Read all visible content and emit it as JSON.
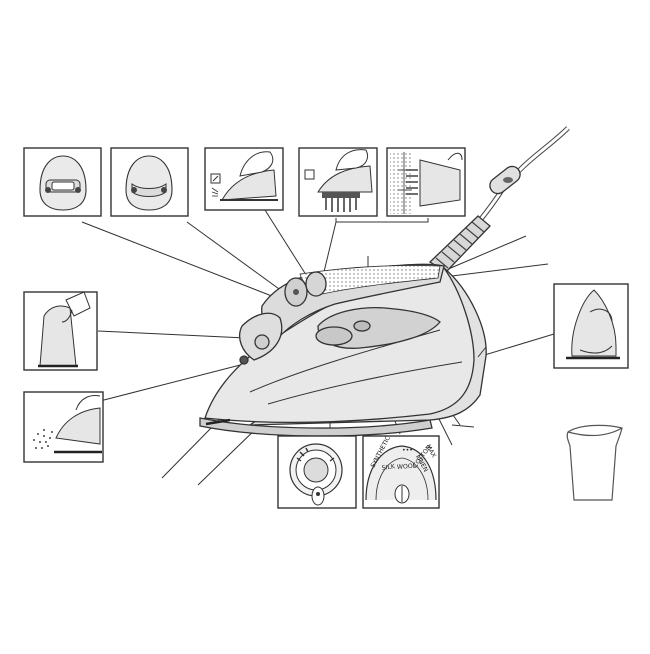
{
  "diagram": {
    "type": "steam-iron-parts-diagram",
    "colors": {
      "line": "#3a3a3a",
      "body_fill": "#e6e6e6",
      "panel_fill": "#d2d2d2",
      "accent_dark": "#4a4a4a",
      "background": "#ffffff"
    },
    "dial_left": {
      "marks": [
        "",
        "",
        "",
        ""
      ]
    },
    "dial_right": {
      "labels": {
        "synthetic": "SYNTHETIC",
        "silk": "SILK",
        "wool": "WOOL",
        "cotton": "COTTON",
        "linen": "LINEN",
        "dots": "•••",
        "max": "MAX"
      }
    }
  }
}
